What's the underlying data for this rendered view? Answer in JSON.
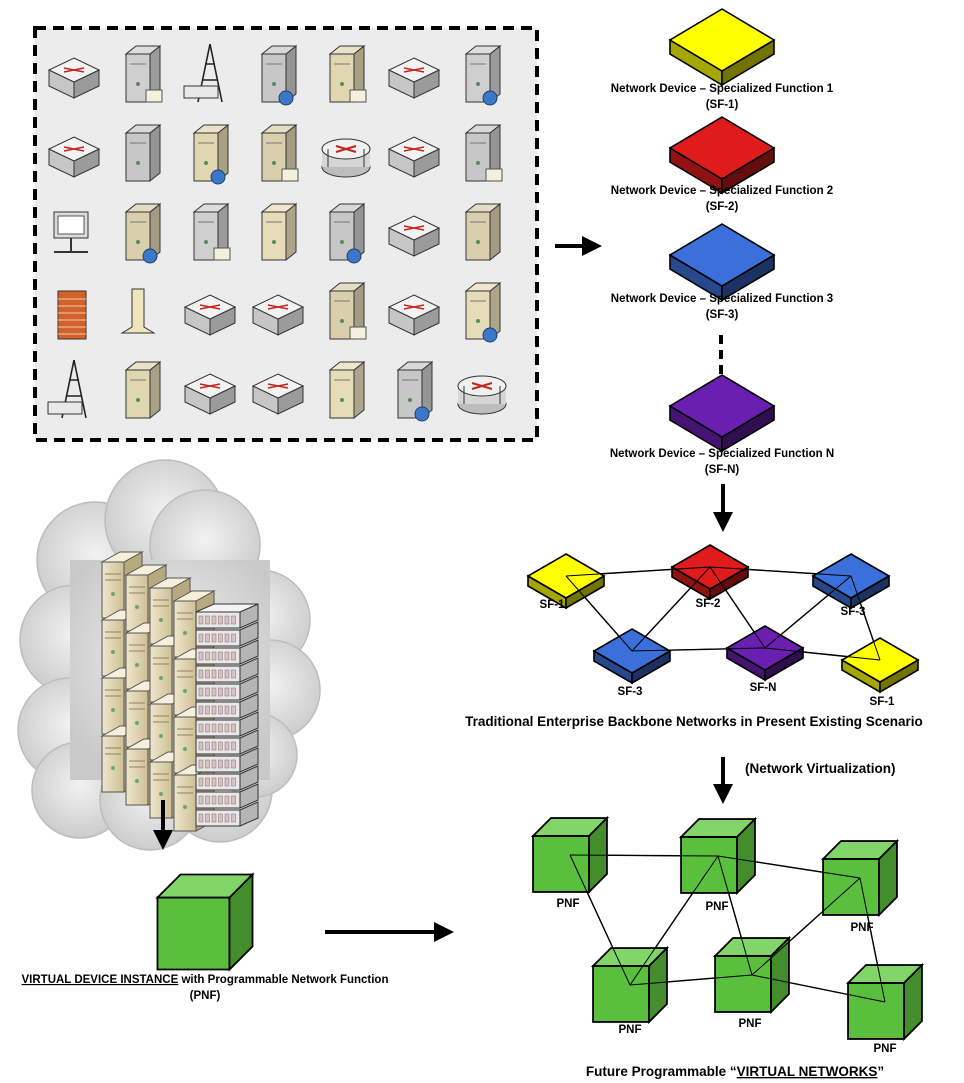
{
  "devices": [
    {
      "label_line1": "Network Device – Specialized Function 1",
      "label_line2": "(SF-1)",
      "color": "#ffff00"
    },
    {
      "label_line1": "Network Device – Specialized Function 2",
      "label_line2": "(SF-2)",
      "color": "#e01b1b"
    },
    {
      "label_line1": "Network Device – Specialized Function 3",
      "label_line2": "(SF-3)",
      "color": "#3b6fd9"
    },
    {
      "label_line1": "Network Device – Specialized Function N",
      "label_line2": "(SF-N)",
      "color": "#6a1fb0"
    }
  ],
  "traditional_network": {
    "caption": "Traditional Enterprise Backbone Networks in Present Existing Scenario",
    "nodes": [
      "SF-1",
      "SF-2",
      "SF-3",
      "SF-3",
      "SF-N",
      "SF-1"
    ]
  },
  "virtualization_label": "(Network Virtualization)",
  "virtual_device": {
    "caption_underlined": "VIRTUAL DEVICE INSTANCE",
    "caption_rest": " with Programmable Network Function",
    "caption_line2": "(PNF)",
    "color": "#5fc93f"
  },
  "future_network": {
    "caption_prefix": "Future Programmable “",
    "caption_underlined": "VIRTUAL NETWORKS",
    "caption_suffix": "”",
    "nodes": [
      "PNF",
      "PNF",
      "PNF",
      "PNF",
      "PNF",
      "PNF"
    ]
  },
  "icon_grid": {
    "icons": [
      "rack-server-icon",
      "server-globe-icon",
      "radio-tower-icon",
      "server-icon",
      "server-key-icon",
      "switch-icon",
      "server-card-icon",
      "mainframe-icon",
      "server-printer-icon",
      "server-workstation-icon",
      "server-phone-icon",
      "router-icon",
      "hub-icon",
      "server-folder-icon",
      "workstation-monitor-icon",
      "tower-server-icon",
      "cabinet-server-icon",
      "server-user-icon",
      "server-globe-network-icon",
      "modem-icon",
      "server-board-icon",
      "firewall-icon",
      "satellite-dish-icon",
      "bridge-icon",
      "patch-panel-icon",
      "server-doc-icon",
      "storage-icon",
      "server-tape-icon",
      "wireless-router-icon",
      "server-web-icon",
      "fan-switch-icon",
      "layer3-switch-icon",
      "server-id-icon",
      "server-database-icon",
      "router-core-icon"
    ]
  }
}
